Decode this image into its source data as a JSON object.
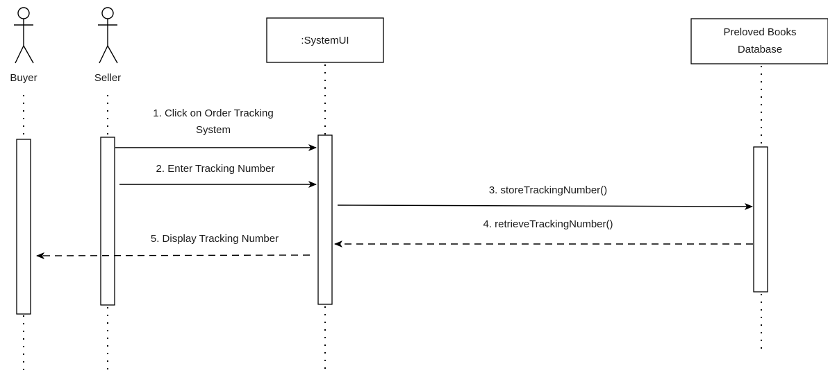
{
  "participants": {
    "buyer": {
      "label": "Buyer",
      "kind": "actor"
    },
    "seller": {
      "label": "Seller",
      "kind": "actor"
    },
    "systemui": {
      "label": ":SystemUI",
      "kind": "object"
    },
    "database": {
      "label_line1": "Preloved Books",
      "label_line2": "Database",
      "kind": "object"
    }
  },
  "messages": [
    {
      "number": 1,
      "line1": "1. Click on Order Tracking",
      "line2": "System",
      "from": "Seller",
      "to": ":SystemUI",
      "style": "synchronous"
    },
    {
      "number": 2,
      "text": "2. Enter Tracking Number",
      "from": "Seller",
      "to": ":SystemUI",
      "style": "synchronous"
    },
    {
      "number": 3,
      "text": "3. storeTrackingNumber()",
      "from": ":SystemUI",
      "to": "Preloved Books Database",
      "style": "synchronous"
    },
    {
      "number": 4,
      "text": "4. retrieveTrackingNumber()",
      "from": "Preloved Books Database",
      "to": ":SystemUI",
      "style": "return"
    },
    {
      "number": 5,
      "text": "5. Display Tracking Number",
      "from": ":SystemUI",
      "to": "Buyer",
      "style": "return"
    }
  ]
}
